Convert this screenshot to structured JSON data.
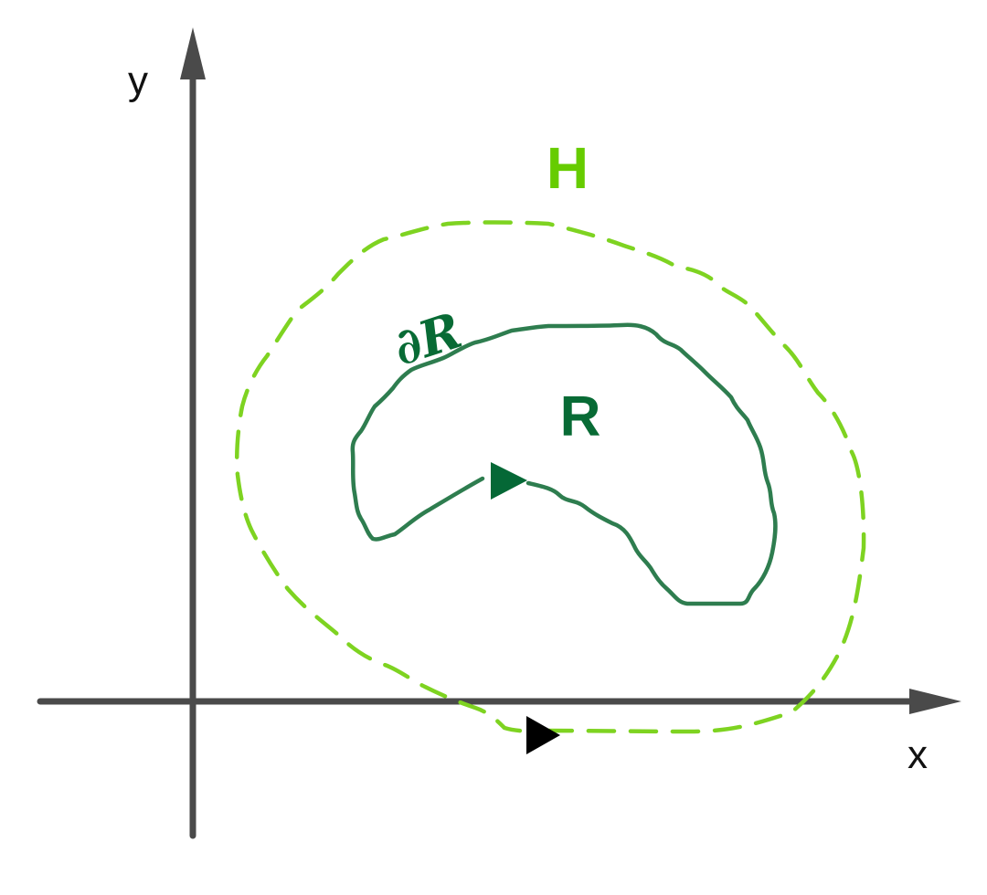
{
  "axes": {
    "x_label": "x",
    "y_label": "y"
  },
  "region_label": "R",
  "boundary_label": "∂R",
  "outer_region_label": "H",
  "colors": {
    "axis": "#4a4a4a",
    "region_outline": "#2e7d4f",
    "region_label": "#086b35",
    "outer_outline": "#7ed321",
    "outer_label": "#66cc00",
    "arrow_inner": "#056836",
    "arrow_outer": "#000000"
  }
}
